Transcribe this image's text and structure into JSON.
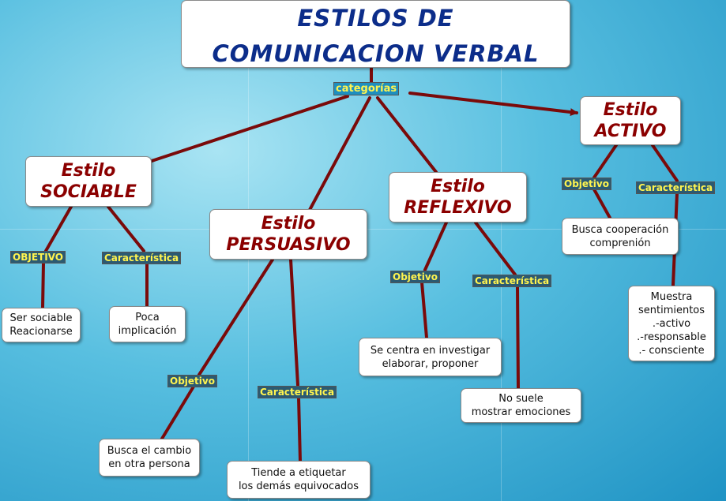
{
  "title": {
    "line1": "ESTILOS DE",
    "line2": "COMUNICACION VERBAL"
  },
  "categories_label": "categorías",
  "styles": {
    "sociable": {
      "line1": "Estilo",
      "line2": "SOCIABLE"
    },
    "persuasivo": {
      "line1": "Estilo",
      "line2": "PERSUASIVO"
    },
    "reflexivo": {
      "line1": "Estilo",
      "line2": "REFLEXIVO"
    },
    "activo": {
      "line1": "Estilo",
      "line2": "ACTIVO"
    }
  },
  "tags": {
    "sociable_objetivo": "OBJETIVO",
    "sociable_caracteristica": "Característica",
    "persuasivo_objetivo": "Objetivo",
    "persuasivo_caracteristica": "Característica",
    "reflexivo_objetivo": "Objetivo",
    "reflexivo_caracteristica": "Característica",
    "activo_objetivo": "Objetivo",
    "activo_caracteristica": "Característica"
  },
  "leaves": {
    "sociable_objetivo": {
      "line1": "Ser sociable",
      "line2": "Reacionarse"
    },
    "sociable_caracteristica": {
      "line1": "Poca",
      "line2": "implicación"
    },
    "persuasivo_objetivo": {
      "line1": "Busca el cambio",
      "line2": "en otra persona"
    },
    "persuasivo_caracteristica": {
      "line1": "Tiende a etiquetar",
      "line2": "los demás equivocados"
    },
    "reflexivo_objetivo": {
      "line1": "Se centra en investigar",
      "line2": "elaborar, proponer"
    },
    "reflexivo_caracteristica": {
      "line1": "No suele",
      "line2": "mostrar emociones"
    },
    "activo_objetivo": {
      "line1": "Busca cooperación",
      "line2": "comprenión"
    },
    "activo_caracteristica": {
      "line1": "Muestra",
      "line2": "sentimientos",
      "line3": ".-activo",
      "line4": ".-responsable",
      "line5": ".- consciente"
    }
  },
  "colors": {
    "connector": "#7a0a0a",
    "style_text": "#8b0000",
    "title_text": "#0c2d8a",
    "tag_text": "#fff44f"
  }
}
